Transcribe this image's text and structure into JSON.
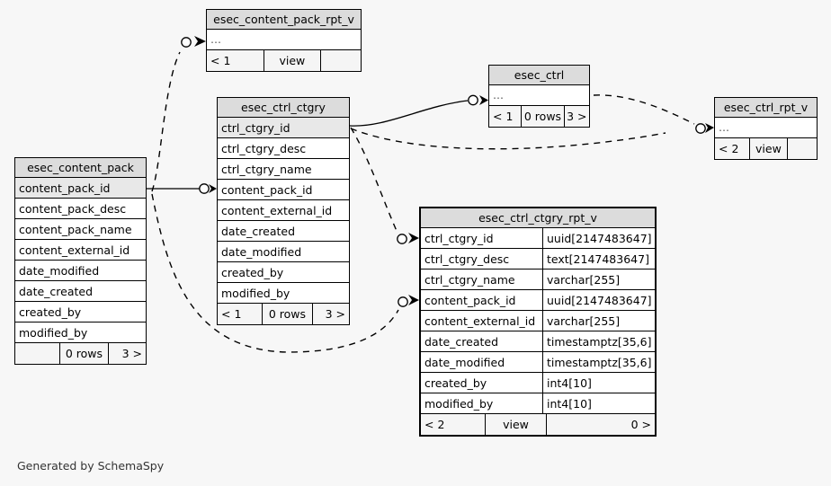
{
  "diagram": {
    "background_color": "#f7f7f7",
    "header_fill": "#dcdcdc",
    "pk_fill": "#e8e8e8",
    "line_color": "#000000",
    "footer_note": "Generated by SchemaSpy"
  },
  "tables": {
    "esec_content_pack_rpt_v": {
      "title": "esec_content_pack_rpt_v",
      "columns": [
        {
          "name": "…",
          "type": ""
        }
      ],
      "footer": {
        "left": "< 1",
        "mid": "view",
        "right": ""
      }
    },
    "esec_ctrl": {
      "title": "esec_ctrl",
      "columns": [
        {
          "name": "…",
          "type": ""
        }
      ],
      "footer": {
        "left": "< 1",
        "mid": "0 rows",
        "right": "3 >"
      }
    },
    "esec_ctrl_rpt_v": {
      "title": "esec_ctrl_rpt_v",
      "columns": [
        {
          "name": "…",
          "type": ""
        }
      ],
      "footer": {
        "left": "< 2",
        "mid": "view",
        "right": ""
      }
    },
    "esec_ctrl_ctgry": {
      "title": "esec_ctrl_ctgry",
      "columns": [
        {
          "name": "ctrl_ctgry_id",
          "type": ""
        },
        {
          "name": "ctrl_ctgry_desc",
          "type": ""
        },
        {
          "name": "ctrl_ctgry_name",
          "type": ""
        },
        {
          "name": "content_pack_id",
          "type": ""
        },
        {
          "name": "content_external_id",
          "type": ""
        },
        {
          "name": "date_created",
          "type": ""
        },
        {
          "name": "date_modified",
          "type": ""
        },
        {
          "name": "created_by",
          "type": ""
        },
        {
          "name": "modified_by",
          "type": ""
        }
      ],
      "footer": {
        "left": "< 1",
        "mid": "0 rows",
        "right": "3 >"
      }
    },
    "esec_content_pack": {
      "title": "esec_content_pack",
      "columns": [
        {
          "name": "content_pack_id",
          "type": ""
        },
        {
          "name": "content_pack_desc",
          "type": ""
        },
        {
          "name": "content_pack_name",
          "type": ""
        },
        {
          "name": "content_external_id",
          "type": ""
        },
        {
          "name": "date_modified",
          "type": ""
        },
        {
          "name": "date_created",
          "type": ""
        },
        {
          "name": "created_by",
          "type": ""
        },
        {
          "name": "modified_by",
          "type": ""
        }
      ],
      "footer": {
        "left": "",
        "mid": "0 rows",
        "right": "3 >"
      }
    },
    "esec_ctrl_ctgry_rpt_v": {
      "title": "esec_ctrl_ctgry_rpt_v",
      "columns": [
        {
          "name": "ctrl_ctgry_id",
          "type": "uuid[2147483647]"
        },
        {
          "name": "ctrl_ctgry_desc",
          "type": "text[2147483647]"
        },
        {
          "name": "ctrl_ctgry_name",
          "type": "varchar[255]"
        },
        {
          "name": "content_pack_id",
          "type": "uuid[2147483647]"
        },
        {
          "name": "content_external_id",
          "type": "varchar[255]"
        },
        {
          "name": "date_created",
          "type": "timestamptz[35,6]"
        },
        {
          "name": "date_modified",
          "type": "timestamptz[35,6]"
        },
        {
          "name": "created_by",
          "type": "int4[10]"
        },
        {
          "name": "modified_by",
          "type": "int4[10]"
        }
      ],
      "footer": {
        "left": "< 2",
        "mid": "view",
        "right": "0 >"
      }
    }
  }
}
